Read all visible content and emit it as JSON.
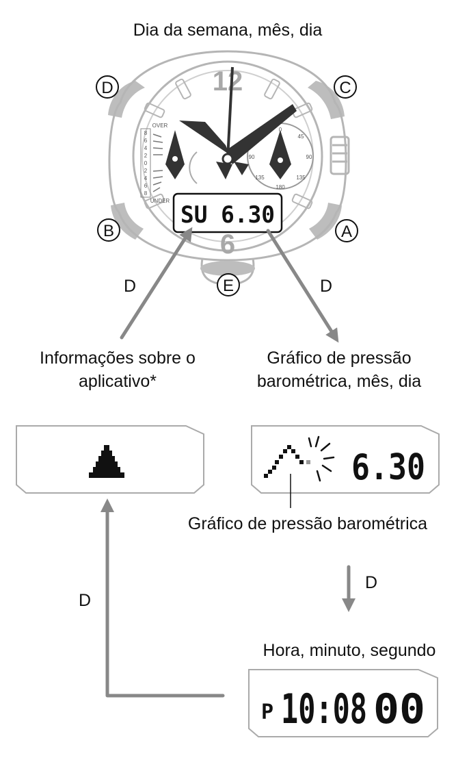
{
  "labels": {
    "top": "Dia da semana, mês, dia",
    "app_info_line1": "Informações sobre o",
    "app_info_line2": "aplicativo*",
    "baro_line1": "Gráfico de pressão",
    "baro_line2": "barométrica, mês, dia",
    "baro_graph": "Gráfico de pressão barométrica",
    "time": "Hora, minuto, segundo"
  },
  "buttons": {
    "a": "A",
    "b": "B",
    "c": "C",
    "d": "D",
    "e": "E"
  },
  "arrow_labels": {
    "left": "D",
    "right": "D",
    "down": "D",
    "up": "D"
  },
  "watch": {
    "lcd": "SU  6.30",
    "dial_top": "12",
    "dial_bottom": "6",
    "over": "OVER",
    "under": "UNDER",
    "scale": [
      "8",
      "6",
      "4",
      "2",
      "0",
      "2",
      "4",
      "6",
      "8"
    ],
    "subdial": [
      "0",
      "45",
      "90",
      "135",
      "180",
      "135",
      "90"
    ]
  },
  "screens": {
    "baro_date": "6.30",
    "time_prefix": "P",
    "time": "10:08",
    "seconds": "00"
  },
  "colors": {
    "arrow": "#888888",
    "outline": "#b5b5b5",
    "button": "#bdbdbd",
    "hand": "#333333"
  }
}
